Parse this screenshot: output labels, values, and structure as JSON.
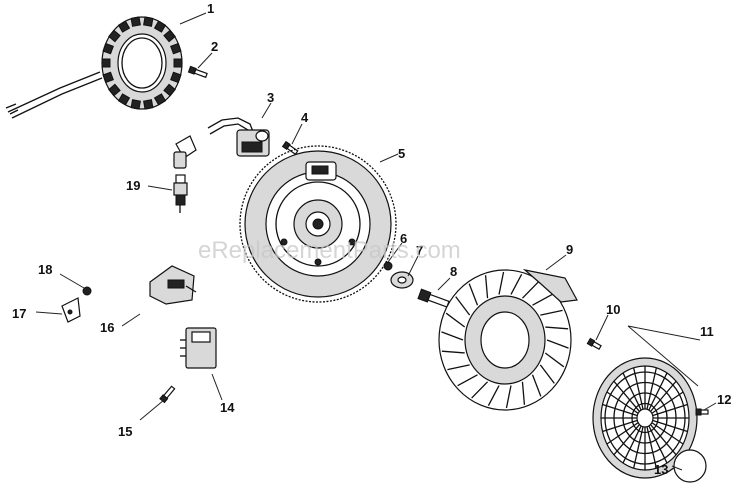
{
  "watermark": "eReplacementParts.com",
  "callouts": [
    "1",
    "2",
    "3",
    "4",
    "5",
    "6",
    "7",
    "8",
    "9",
    "10",
    "11",
    "12",
    "13",
    "14",
    "15",
    "16",
    "17",
    "18",
    "19"
  ]
}
